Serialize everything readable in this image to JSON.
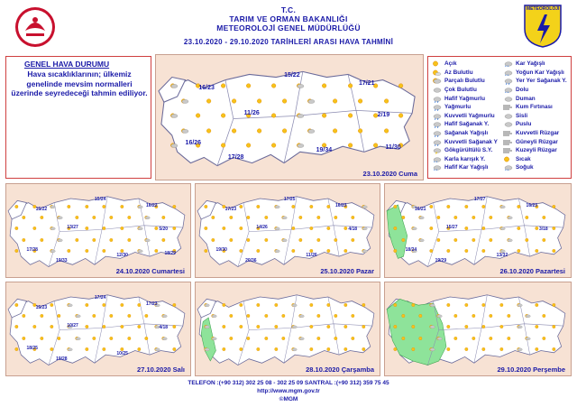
{
  "header": {
    "line1": "T.C.",
    "line2": "TARIM VE ORMAN BAKANLIĞI",
    "line3": "METEOROLOJİ GENEL MÜDÜRLÜĞÜ",
    "period": "23.10.2020 - 29.10.2020 TARİHLERİ ARASI HAVA TAHMİNİ",
    "right_logo_text": "METEOROLOJİ"
  },
  "summary": {
    "title": "GENEL HAVA DURUMU",
    "text": "Hava sıcaklıklarının; ülkemiz genelinde mevsim normalleri üzerinde seyredeceği tahmin ediliyor."
  },
  "legend": {
    "col1": [
      {
        "label": "Açık",
        "icon": "sun-icon"
      },
      {
        "label": "Az Bulutlu",
        "icon": "sun-cloud-icon"
      },
      {
        "label": "Parçalı Bulutlu",
        "icon": "partly-cloudy-icon"
      },
      {
        "label": "Çok Bulutlu",
        "icon": "cloud-icon"
      },
      {
        "label": "Hafif Yağmurlu",
        "icon": "light-rain-icon"
      },
      {
        "label": "Yağmurlu",
        "icon": "rain-icon"
      },
      {
        "label": "Kuvvetli Yağmurlu",
        "icon": "heavy-rain-icon"
      },
      {
        "label": "Hafif Sağanak Y.",
        "icon": "light-shower-icon"
      },
      {
        "label": "Sağanak Yağışlı",
        "icon": "shower-icon"
      },
      {
        "label": "Kuvvetli Sağanak Y",
        "icon": "heavy-shower-icon"
      },
      {
        "label": "Gökgürültülü S.Y.",
        "icon": "thunder-icon"
      },
      {
        "label": "Karla karışık Y.",
        "icon": "sleet-icon"
      },
      {
        "label": "Hafif Kar Yağışlı",
        "icon": "light-snow-icon"
      }
    ],
    "col2": [
      {
        "label": "Kar Yağışlı",
        "icon": "snow-icon"
      },
      {
        "label": "Yoğun Kar Yağışlı",
        "icon": "heavy-snow-icon"
      },
      {
        "label": "Yer Yer Sağanak Y.",
        "icon": "local-shower-icon"
      },
      {
        "label": "Dolu",
        "icon": "hail-icon"
      },
      {
        "label": "Duman",
        "icon": "smoke-icon"
      },
      {
        "label": "Kum Fırtınası",
        "icon": "sandstorm-icon"
      },
      {
        "label": "Sisli",
        "icon": "fog-icon"
      },
      {
        "label": "Puslu",
        "icon": "haze-icon"
      },
      {
        "label": "Kuvvetli Rüzgar",
        "icon": "strong-wind-icon"
      },
      {
        "label": "Güneyli Rüzgar",
        "icon": "south-wind-icon"
      },
      {
        "label": "Kuzeyli Rüzgar",
        "icon": "north-wind-icon"
      },
      {
        "label": "Sıcak",
        "icon": "hot-icon"
      },
      {
        "label": "Soğuk",
        "icon": "cold-icon"
      }
    ]
  },
  "maps": [
    {
      "date": "23.10.2020 Cuma",
      "temps": [
        "16/23",
        "15/22",
        "17/21",
        "11/26",
        "2/19",
        "16/26",
        "17/28",
        "19/34",
        "11/30"
      ]
    },
    {
      "date": "24.10.2020 Cumartesi",
      "temps": [
        "15/22",
        "15/24",
        "16/22",
        "13/27",
        "5/20",
        "17/28",
        "19/33",
        "12/30",
        "18/29"
      ]
    },
    {
      "date": "25.10.2020 Pazar",
      "temps": [
        "17/23",
        "17/25",
        "16/23",
        "14/26",
        "4/18",
        "19/30",
        "20/36",
        "11/26"
      ]
    },
    {
      "date": "26.10.2020 Pazartesi",
      "temps": [
        "16/21",
        "17/27",
        "16/23",
        "15/27",
        "3/18",
        "18/24",
        "19/29",
        "13/32"
      ]
    },
    {
      "date": "27.10.2020 Salı",
      "temps": [
        "15/23",
        "17/24",
        "17/23",
        "10/27",
        "4/18",
        "18/25",
        "19/28",
        "10/25"
      ]
    },
    {
      "date": "28.10.2020 Çarşamba",
      "temps": []
    },
    {
      "date": "29.10.2020 Perşembe",
      "temps": []
    }
  ],
  "footer": {
    "phone": "TELEFON :(+90 312) 302 25 08 - 302 25 09  SANTRAL :(+90 312) 359 75 45",
    "url": "http://www.mgm.gov.tr",
    "copyright": "©MGM"
  },
  "colors": {
    "text": "#1a1aa8",
    "panel_bg": "#f7e2d4",
    "land": "#ffffff",
    "rain_area": "#8ee39a",
    "border": "#d04040"
  }
}
